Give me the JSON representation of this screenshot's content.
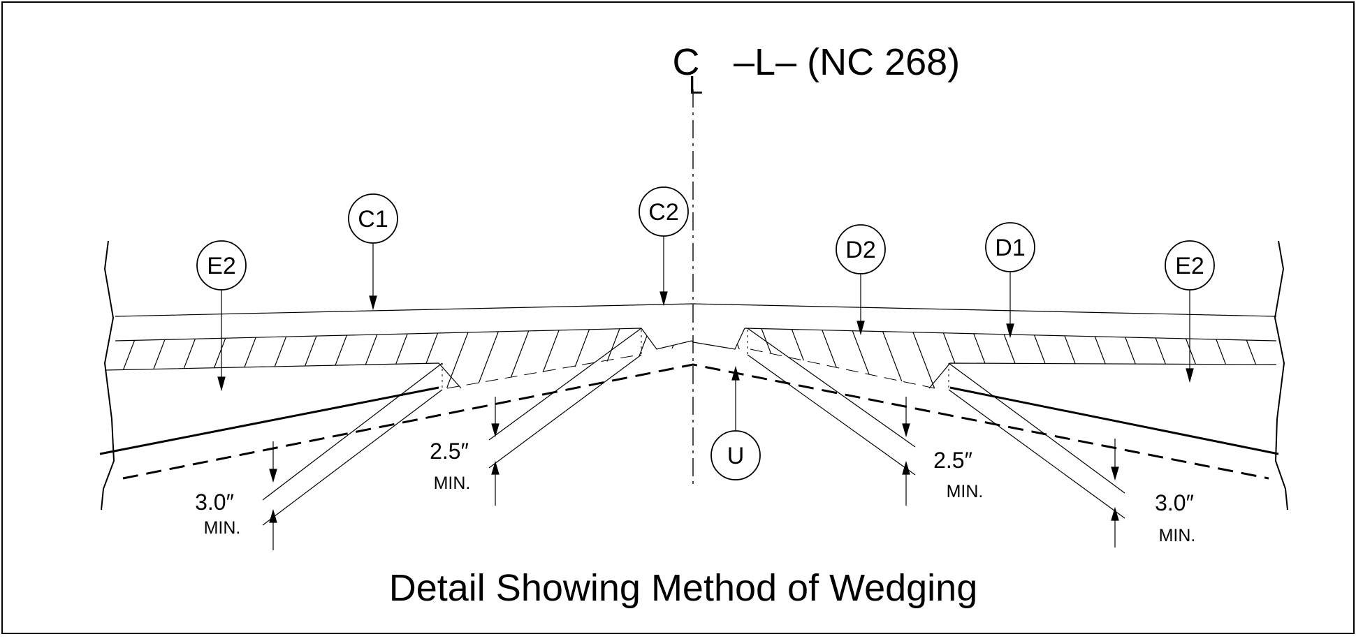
{
  "header": {
    "cl_glyph_top": "C",
    "cl_glyph_bottom": "L",
    "route": "–L– (NC  268)"
  },
  "callouts": {
    "c1": "C1",
    "c2": "C2",
    "d1": "D1",
    "d2": "D2",
    "e2_left": "E2",
    "e2_right": "E2",
    "u": "U"
  },
  "dimensions": {
    "left_outer": {
      "value": "3.0″",
      "note": "MIN."
    },
    "left_inner": {
      "value": "2.5″",
      "note": "MIN."
    },
    "right_inner": {
      "value": "2.5″",
      "note": "MIN."
    },
    "right_outer": {
      "value": "3.0″",
      "note": "MIN."
    }
  },
  "caption": "Detail Showing  Method  of Wedging"
}
